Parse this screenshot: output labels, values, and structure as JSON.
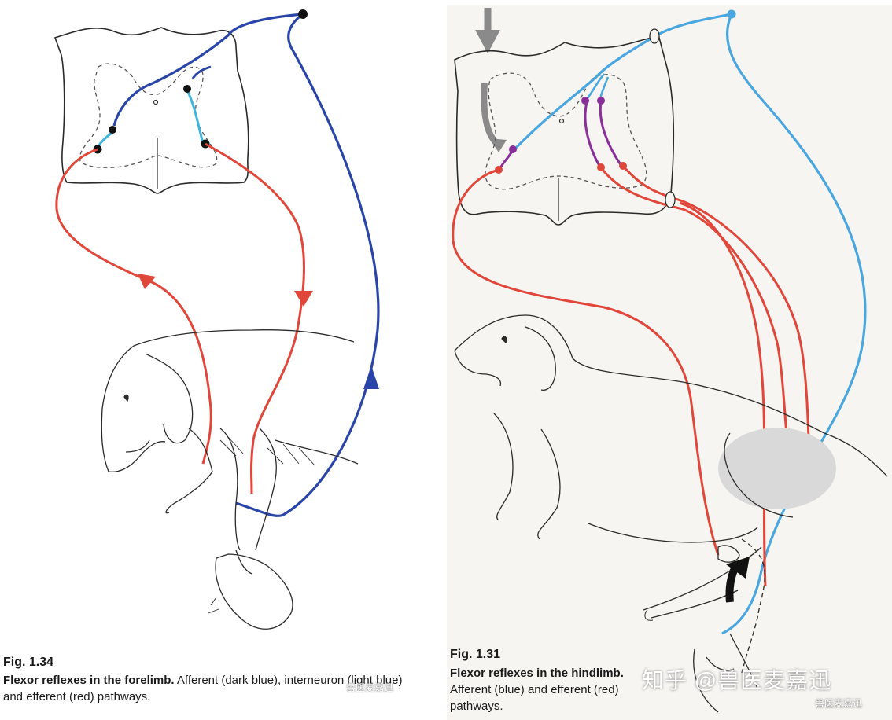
{
  "left_figure": {
    "fig_number": "Fig. 1.34",
    "caption_title": "Flexor reflexes in the forelimb.",
    "caption_body_line1": "Afferent (dark blue), interneuron (light blue)",
    "caption_body_line2": "and efferent (red) pathways.",
    "watermark": "兽医麦嘉迅"
  },
  "right_figure": {
    "fig_number": "Fig. 1.31",
    "caption_title": "Flexor reflexes in the hindlimb.",
    "caption_body_line1": "Afferent (blue) and efferent (red)",
    "caption_body_line2": "pathways.",
    "watermark_large": "知乎 @兽医麦嘉迅",
    "watermark_small": "兽医麦嘉迅"
  },
  "colors": {
    "afferent_dark_blue": "#2a45a8",
    "interneuron_light_blue": "#3fb4df",
    "afferent_blue": "#4aa6df",
    "efferent_red": "#e0473a",
    "interneuron_purple": "#8a2f9a",
    "outline": "#2a2a2a",
    "gray_arrow": "#8a8a8a",
    "muscle_shade": "#d9d9d9"
  }
}
